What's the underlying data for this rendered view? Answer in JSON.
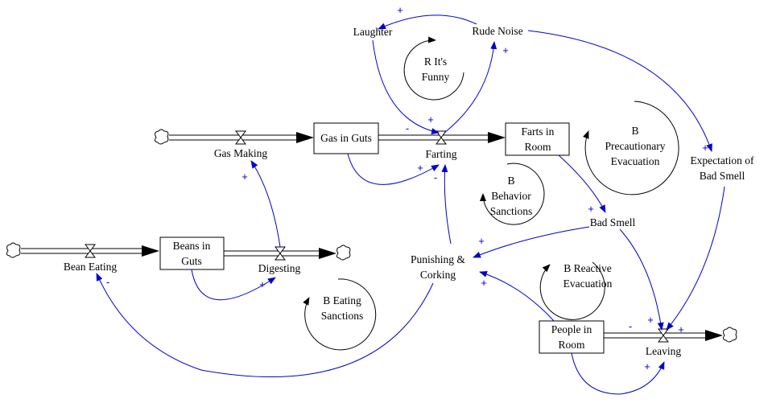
{
  "stocks": [
    {
      "id": "gas-in-guts",
      "lines": [
        "Gas in Guts"
      ]
    },
    {
      "id": "farts-in-room",
      "lines": [
        "Farts in",
        "Room"
      ]
    },
    {
      "id": "beans-in-guts",
      "lines": [
        "Beans in",
        "Guts"
      ]
    },
    {
      "id": "people-in-room",
      "lines": [
        "People in",
        "Room"
      ]
    }
  ],
  "flows": [
    {
      "id": "gas-making",
      "lines": [
        "Gas Making"
      ]
    },
    {
      "id": "farting",
      "lines": [
        "Farting"
      ]
    },
    {
      "id": "bean-eating",
      "lines": [
        "Bean Eating"
      ]
    },
    {
      "id": "digesting",
      "lines": [
        "Digesting"
      ]
    },
    {
      "id": "leaving",
      "lines": [
        "Leaving"
      ]
    }
  ],
  "variables": [
    {
      "id": "laughter",
      "lines": [
        "Laughter"
      ]
    },
    {
      "id": "rude-noise",
      "lines": [
        "Rude Noise"
      ]
    },
    {
      "id": "expectation-of-bad-smell",
      "lines": [
        "Expectation of",
        "Bad Smell"
      ]
    },
    {
      "id": "bad-smell",
      "lines": [
        "Bad Smell"
      ]
    },
    {
      "id": "punishing-corking",
      "lines": [
        "Punishing &",
        "Corking"
      ]
    }
  ],
  "loops": [
    {
      "id": "r-its-funny",
      "lines": [
        "R It's",
        "Funny"
      ]
    },
    {
      "id": "b-precautionary-evacuation",
      "lines": [
        "B",
        "Precautionary",
        "Evacuation"
      ]
    },
    {
      "id": "b-behavior-sanctions",
      "lines": [
        "B",
        "Behavior",
        "Sanctions"
      ]
    },
    {
      "id": "b-reactive-evacuation",
      "lines": [
        "B Reactive",
        "Evacuation"
      ]
    },
    {
      "id": "b-eating-sanctions",
      "lines": [
        "B Eating",
        "Sanctions"
      ]
    }
  ],
  "links": [
    {
      "from": "rude-noise",
      "to": "laughter",
      "polarity": "+"
    },
    {
      "from": "laughter",
      "to": "farting",
      "polarity": "+"
    },
    {
      "from": "farting",
      "to": "rude-noise",
      "polarity": "+"
    },
    {
      "from": "rude-noise",
      "to": "expectation-of-bad-smell",
      "polarity": "+"
    },
    {
      "from": "gas-in-guts",
      "to": "farting",
      "polarity": "+"
    },
    {
      "from": "punishing-corking",
      "to": "farting",
      "polarity": "-"
    },
    {
      "from": "digesting",
      "to": "gas-making",
      "polarity": "+"
    },
    {
      "from": "beans-in-guts",
      "to": "digesting",
      "polarity": "+"
    },
    {
      "from": "punishing-corking",
      "to": "bean-eating",
      "polarity": "-"
    },
    {
      "from": "farts-in-room",
      "to": "bad-smell",
      "polarity": "+"
    },
    {
      "from": "bad-smell",
      "to": "punishing-corking",
      "polarity": "+"
    },
    {
      "from": "bad-smell",
      "to": "leaving",
      "polarity": "+"
    },
    {
      "from": "expectation-of-bad-smell",
      "to": "leaving",
      "polarity": "+"
    },
    {
      "from": "people-in-room",
      "to": "punishing-corking",
      "polarity": "+"
    },
    {
      "from": "people-in-room",
      "to": "leaving",
      "polarity": "+"
    },
    {
      "from": "farting",
      "to": "farting",
      "polarity": "-"
    },
    {
      "from": "leaving",
      "to": "leaving",
      "polarity": "-"
    }
  ],
  "colors": {
    "link": "#0000cc",
    "structure": "#000000",
    "background": "#ffffff"
  }
}
